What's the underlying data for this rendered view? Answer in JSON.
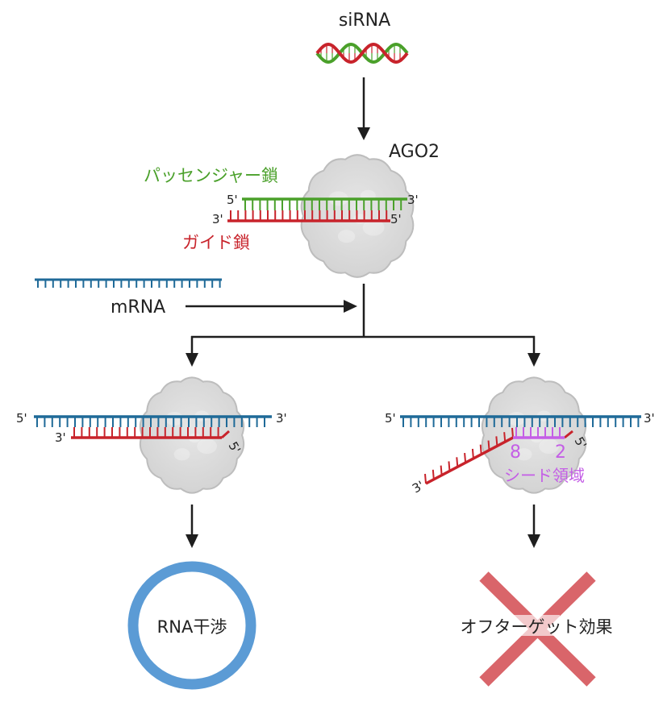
{
  "title": "siRNA",
  "protein_label": "AGO2",
  "passenger_strand_label": "パッセンジャー鎖",
  "guide_strand_label": "ガイド鎖",
  "mrna_label": "mRNA",
  "seed_region_label": "シード領域",
  "seed_positions": [
    "8",
    "2"
  ],
  "end_labels": {
    "five": "5'",
    "three": "3'"
  },
  "outcomes": {
    "left": "RNA干渉",
    "right": "オフターゲット効果"
  },
  "colors": {
    "passenger": "#4aa02a",
    "guide": "#c8232b",
    "mrna": "#1f6a98",
    "seed": "#c45ee6",
    "rnai_circle": "#5b9bd5",
    "off_target_x": "#d9656a",
    "protein": "#dcdcdc",
    "protein_outline": "#bdbdbd",
    "arrow": "#1e1e1e"
  }
}
